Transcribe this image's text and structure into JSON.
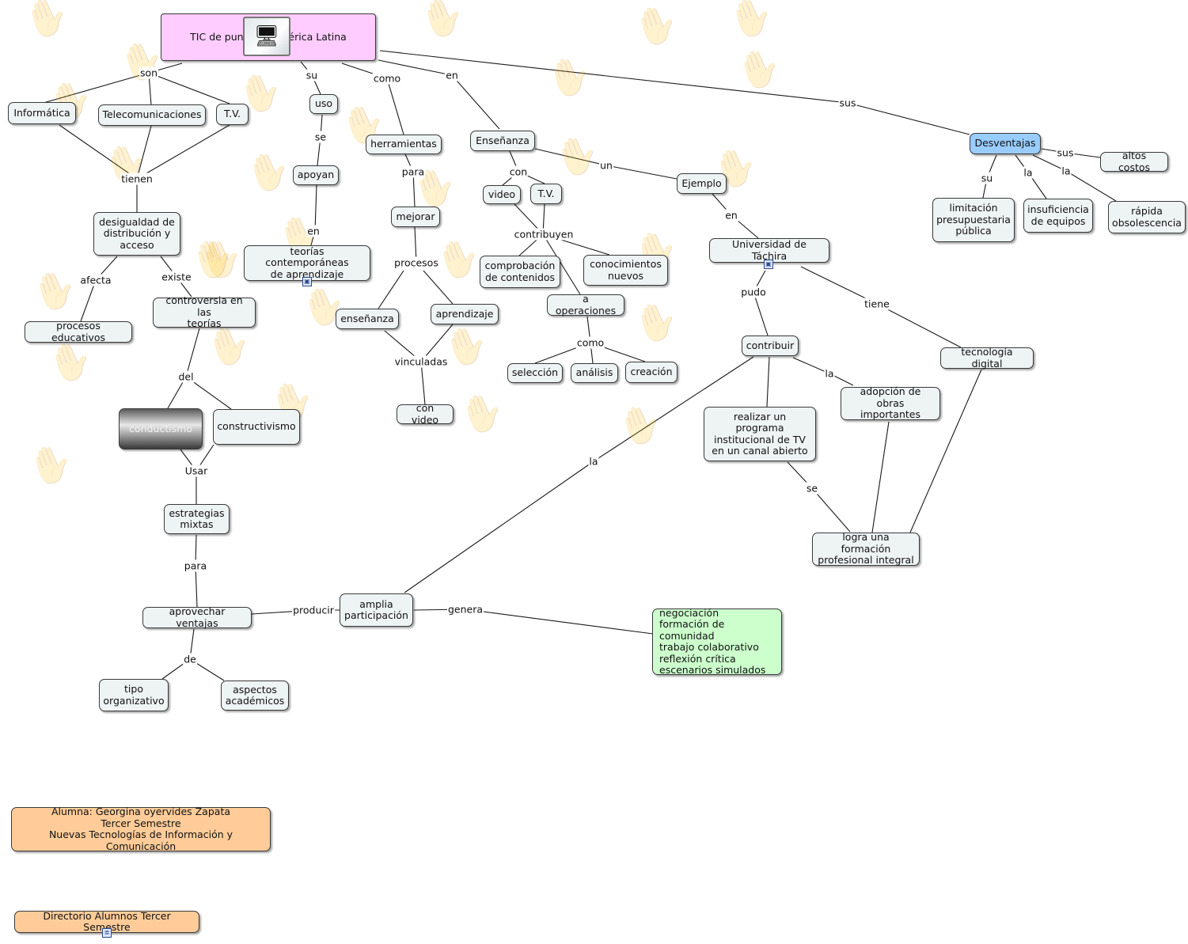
{
  "colors": {
    "node_default": "#eef3f4",
    "root": "#ffccff",
    "highlight_blue": "#99ccff",
    "note_green": "#ccffcc",
    "footer_orange": "#ffcc99",
    "line": "#1a1a1a"
  },
  "nodes": {
    "root": "TIC de punta en América Latina",
    "informatica": "Informática",
    "telecom": "Telecomunicaciones",
    "tv1": "T.V.",
    "desigualdad": "desigualdad de\ndistribución y\nacceso",
    "procesos_educativos": "procesos educativos",
    "controversia": "controversia en las\nteorías",
    "conductismo": "conductismo",
    "constructivismo": "constructivismo",
    "estrategias": "estrategias\nmixtas",
    "aprovechar": "aprovechar ventajas",
    "tipo": "tipo\norganizativo",
    "aspectos": "aspectos\nacadémicos",
    "uso": "uso",
    "apoyan": "apoyan",
    "teorias": "teorías contemporáneas\nde aprendizaje",
    "herramientas": "herramientas",
    "mejorar": "mejorar",
    "ensenanza_small": "enseñanza",
    "aprendizaje": "aprendizaje",
    "con_video": "con video",
    "ensenanza": "Enseñanza",
    "video": "video",
    "tv2": "T.V.",
    "comprobacion": "comprobación\nde contenidos",
    "conocimientos": "conocimientos\nnuevos",
    "operaciones": "a operaciones",
    "seleccion": "selección",
    "analisis": "análisis",
    "creacion": "creación",
    "ejemplo": "Ejemplo",
    "universidad": "Universidad de Táchira",
    "contribuir": "contribuir",
    "realizar": "realizar un programa\ninstitucional de TV\nen un canal abierto",
    "adopcion": "adopción de\nobras importantes",
    "tecnologia": "tecnología digital",
    "logra": "logra una formación\nprofesional integral",
    "amplia": "amplia\nparticipación",
    "genera_list": "negociación\nformación de comunidad\ntrabajo colaborativo\nreflexión crítica\nescenarios simulados",
    "desventajas": "Desventajas",
    "altos_costos": "altos costos",
    "limitacion": "limitación\npresupuestaria\npública",
    "insuficiencia": "insuficiencia\nde equipos",
    "rapida": "rápida\nobsolescencia",
    "alumna": "Alumna: Georgina oyervides Zapata\nTercer Semestre\nNuevas Tecnologías de Información y Comunicación",
    "directorio": "Directorio Alumnos Tercer Semestre"
  },
  "links": {
    "son": "son",
    "tienen": "tienen",
    "afecta": "afecta",
    "existe": "existe",
    "del": "del",
    "usar": "Usar",
    "para1": "para",
    "de": "de",
    "producir": "producir",
    "su1": "su",
    "se1": "se",
    "en1": "en",
    "como1": "como",
    "para2": "para",
    "procesos": "procesos",
    "vinculadas": "vinculadas",
    "en2": "en",
    "con": "con",
    "contribuyen": "contribuyen",
    "como2": "como",
    "un": "un",
    "en3": "en",
    "pudo": "pudo",
    "tiene": "tiene",
    "la1": "la",
    "se2": "se",
    "la2": "la",
    "genera": "genera",
    "sus1": "sus",
    "sus2": "sus",
    "su2": "su",
    "la3": "la",
    "la4": "la"
  },
  "icons": {
    "hands": "hand-print-background",
    "monitor": "monitor-image-icon",
    "image": "image-attachment-icon",
    "doc": "document-attachment-icon"
  }
}
